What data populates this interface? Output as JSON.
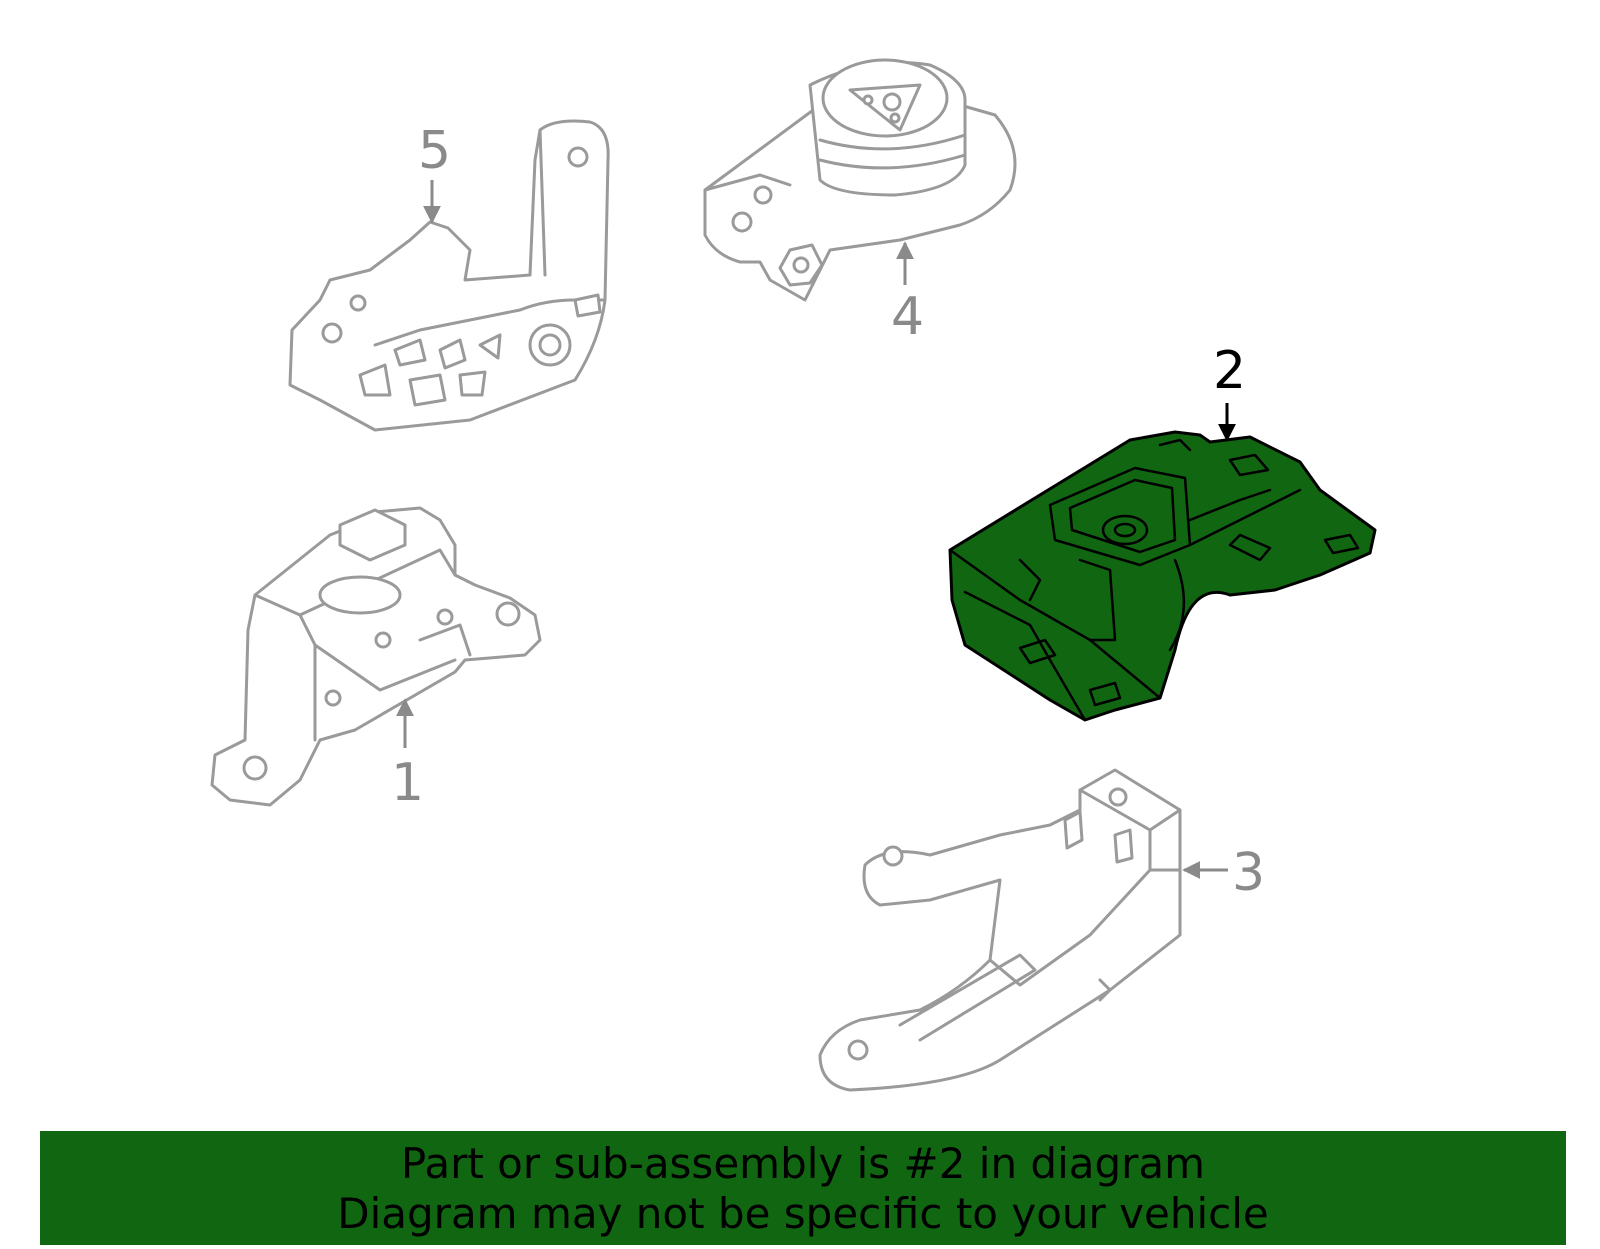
{
  "diagram": {
    "callouts": [
      "1",
      "2",
      "3",
      "4",
      "5"
    ],
    "highlighted_part": "2",
    "highlight_color": "#116611"
  },
  "banner": {
    "line1": "Part or sub-assembly is #2 in diagram",
    "line2": "Diagram may not be specific to your vehicle"
  }
}
